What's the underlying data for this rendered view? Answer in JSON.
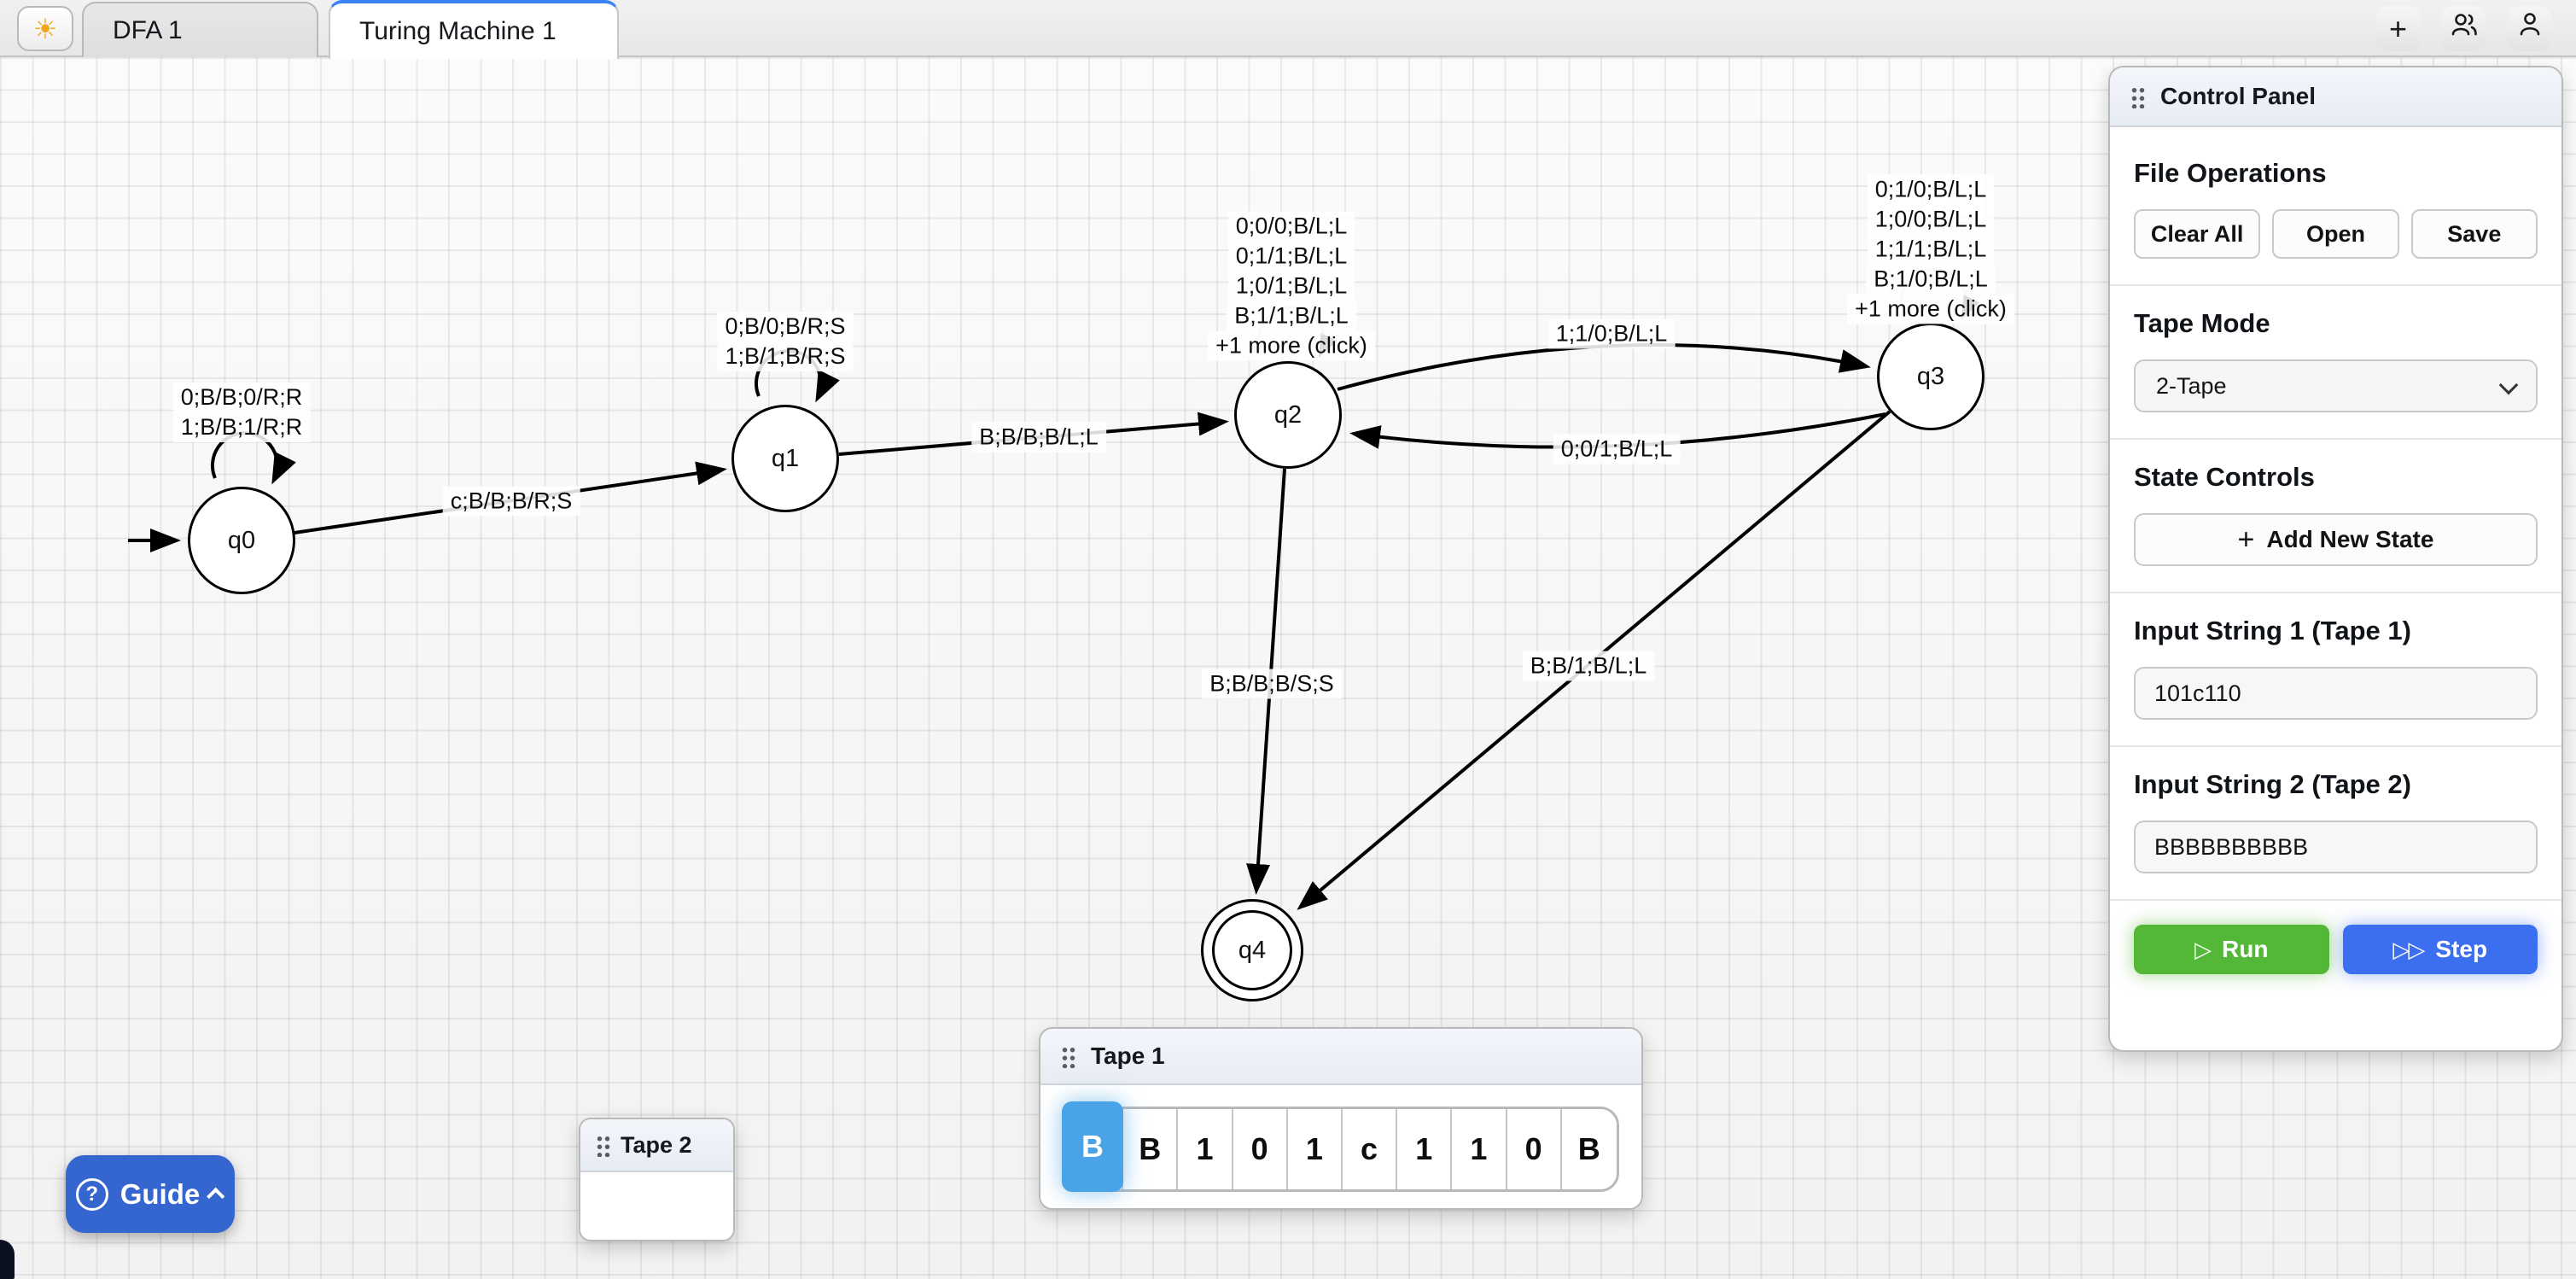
{
  "topbar": {
    "sun_icon": "☀",
    "tabs": [
      {
        "label": "DFA 1"
      },
      {
        "label": "Turing Machine 1"
      }
    ],
    "add_label": "+"
  },
  "control_panel": {
    "title": "Control Panel",
    "file_operations": {
      "heading": "File Operations",
      "clear_all": "Clear All",
      "open": "Open",
      "save": "Save"
    },
    "tape_mode": {
      "heading": "Tape Mode",
      "selected": "2-Tape"
    },
    "state_controls": {
      "heading": "State Controls",
      "add_plus": "+",
      "add_label": "Add New State"
    },
    "input1": {
      "heading": "Input String 1 (Tape 1)",
      "value": "101c110"
    },
    "input2": {
      "heading": "Input String 2 (Tape 2)",
      "value": "BBBBBBBBBB"
    },
    "run_icon": "▷",
    "run_label": "Run",
    "step_icon": "▷▷",
    "step_label": "Step"
  },
  "diagram": {
    "states": [
      {
        "name": "q0",
        "loop": [
          "0;B/B;0/R;R",
          "1;B/B;1/R;R"
        ]
      },
      {
        "name": "q1",
        "loop": [
          "0;B/0;B/R;S",
          "1;B/1;B/R;S"
        ]
      },
      {
        "name": "q2",
        "loop": [
          "0;0/0;B/L;L",
          "0;1/1;B/L;L",
          "1;0/1;B/L;L",
          "B;1/1;B/L;L",
          "+1 more (click)"
        ]
      },
      {
        "name": "q3",
        "loop": [
          "0;1/0;B/L;L",
          "1;0/0;B/L;L",
          "1;1/1;B/L;L",
          "B;1/0;B/L;L",
          "+1 more (click)"
        ]
      },
      {
        "name": "q4",
        "loop": []
      }
    ],
    "edges": [
      {
        "from": "q0",
        "to": "q1",
        "label": "c;B/B;B/R;S"
      },
      {
        "from": "q1",
        "to": "q2",
        "label": "B;B/B;B/L;L"
      },
      {
        "from": "q2",
        "to": "q3",
        "label": "1;1/0;B/L;L"
      },
      {
        "from": "q3",
        "to": "q2",
        "label": "0;0/1;B/L;L"
      },
      {
        "from": "q2",
        "to": "q4",
        "label": "B;B/B;B/S;S"
      },
      {
        "from": "q3",
        "to": "q4",
        "label": "B;B/1;B/L;L"
      }
    ]
  },
  "tape1": {
    "title": "Tape 1",
    "cells": [
      "B",
      "B",
      "1",
      "0",
      "1",
      "c",
      "1",
      "1",
      "0",
      "B"
    ],
    "active_index": 0
  },
  "tape2": {
    "title": "Tape 2"
  },
  "guide": {
    "question_icon": "?",
    "label": "Guide"
  },
  "colors": {
    "accent_blue": "#3c6ff0",
    "run_green": "#53b837",
    "active_cell_blue": "#4aa3e6",
    "guide_blue": "#3565cf",
    "tab_accent": "#3b82f6"
  }
}
